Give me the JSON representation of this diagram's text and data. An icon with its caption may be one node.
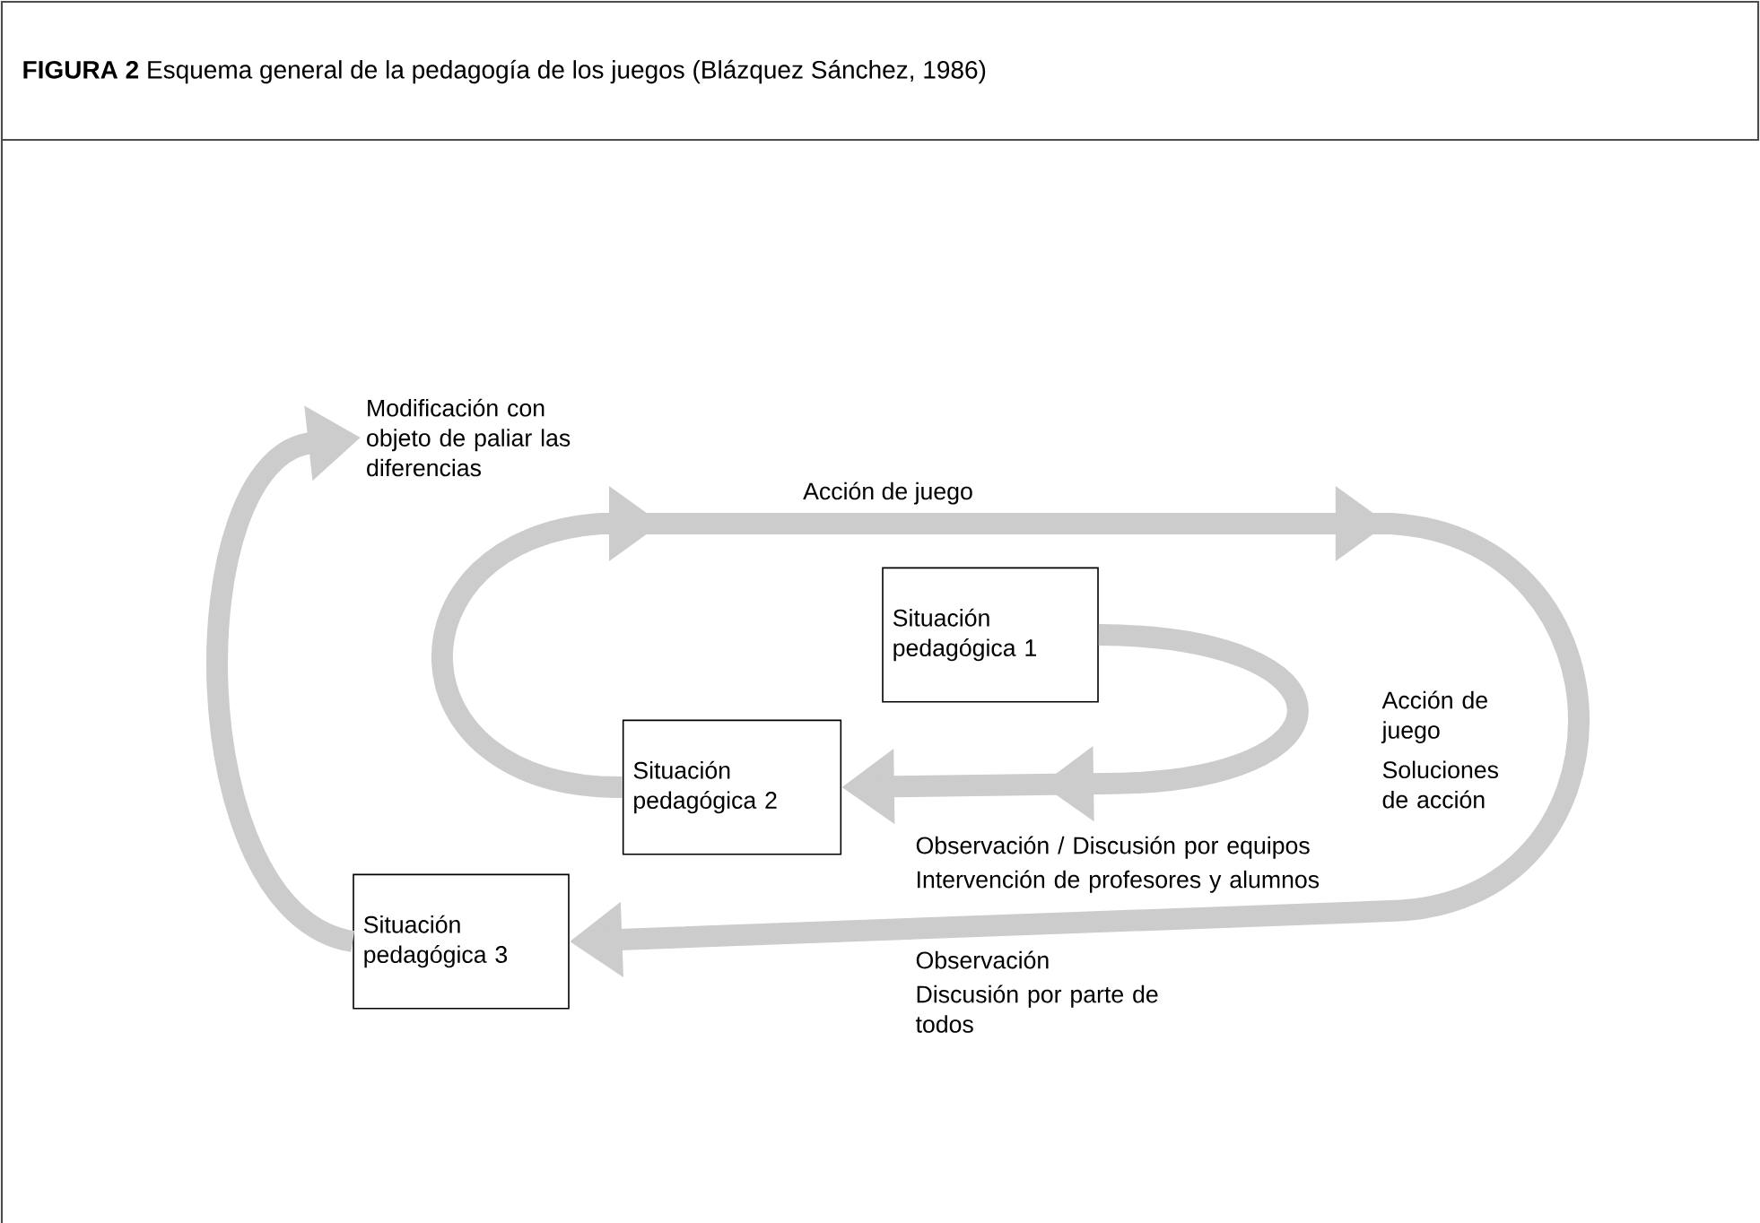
{
  "diagram": {
    "title": "**FIGURA 2** Esquema general de la pedagogía de los juegos (Blázquez Sánchez, 1986)",
    "nodes": [
      {
        "text": [
          "Situación pedagógica 1"
        ]
      },
      {
        "text": [
          "Situación pedagógica 2"
        ]
      },
      {
        "text": [
          "Situación pedagógica 3"
        ]
      },
      {
        "text": [
          "Modificación con objeto de paliar las diferencias"
        ]
      }
    ],
    "edges": [
      {
        "from": 0,
        "to": 1,
        "arrow": "to"
      },
      {
        "from": 1,
        "to": 2,
        "arrow": "to",
        "label": "Acción de juego"
      },
      {
        "from": 2,
        "to": 3,
        "arrow": "to"
      }
    ],
    "labels": [
      "Acción de juego",
      "Soluciones de acción",
      "Observación / Discusión por equipos",
      "Intervención de profesores y alumnos",
      "Observación",
      "Discusión por parte de todos"
    ]
  }
}
